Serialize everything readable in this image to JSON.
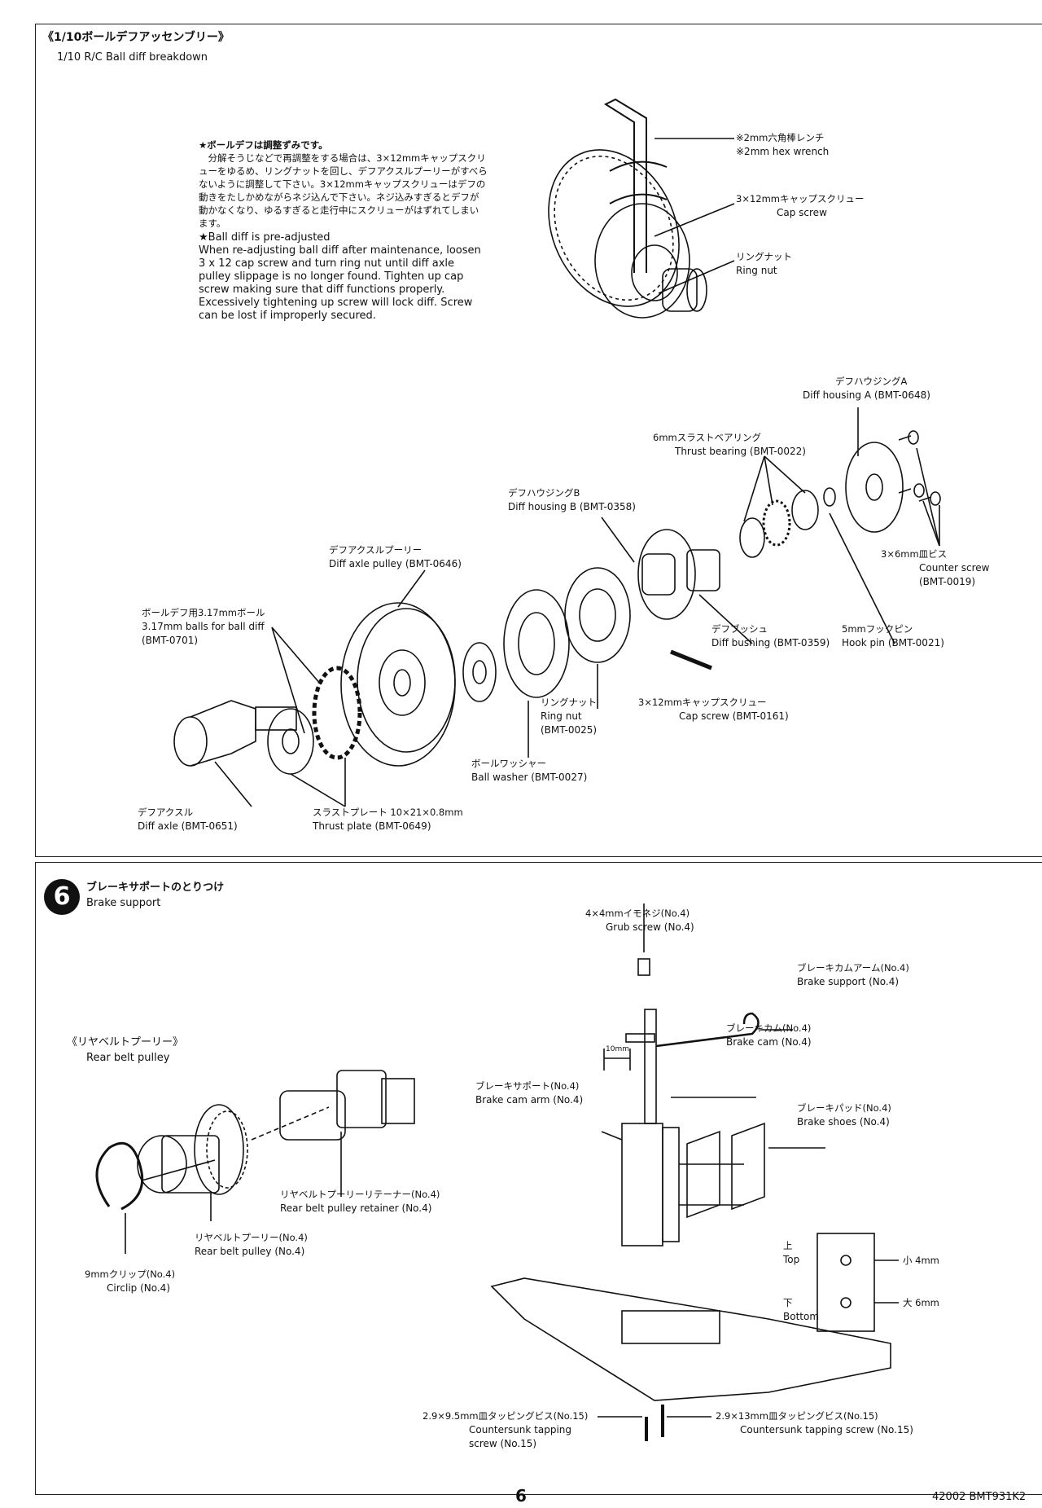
{
  "top": {
    "title_jp": "《1/10ボールデフアッセンブリー》",
    "title_en": "1/10 R/C Ball diff breakdown",
    "note_jp": [
      "★ボールデフは調整ずみです。",
      "分解そうじなどで再調整をする場合は、3×12mmキャップスクリューをゆるめ、リングナットを回し、デフアクスルプーリーがすべらないように調整して下さい。3×12mmキャップスクリューはデフの動きをたしかめながらネジ込んで下さい。ネジ込みすぎるとデフが動かなくなり、ゆるすぎると走行中にスクリューがはずれてしまいます。"
    ],
    "note_en_title": "★Ball diff is pre-adjusted",
    "note_en_body": "When re-adjusting ball diff after maintenance, loosen 3 x 12 cap screw and turn ring nut until diff axle pulley slippage is no longer found. Tighten up cap screw making sure that diff functions properly. Excessively tightening up screw will lock diff. Screw can be lost if improperly secured.",
    "hex_jp": "※2mm六角棒レンチ",
    "hex_en": "※2mm hex wrench",
    "capscrew_jp": "3×12mmキャップスクリュー",
    "capscrew_en": "Cap screw",
    "ringnut_jp": "リングナット",
    "ringnut_en": "Ring nut",
    "parts": {
      "housing_a": {
        "jp": "デフハウジングA",
        "en": "Diff housing A  (BMT-0648)"
      },
      "thrust_bearing": {
        "jp": "6mmスラストベアリング",
        "en": "Thrust bearing (BMT-0022)"
      },
      "housing_b": {
        "jp": "デフハウジングB",
        "en": "Diff housing B  (BMT-0358)"
      },
      "pulley": {
        "jp": "デフアクスルプーリー",
        "en": "Diff axle pulley  (BMT-0646)"
      },
      "counter_screw": {
        "jp": "3×6mm皿ビス",
        "en1": "Counter screw",
        "en2": "(BMT-0019)"
      },
      "balls": {
        "jp": "ボールデフ用3.17mmボール",
        "en1": "3.17mm balls for ball diff",
        "en2": "(BMT-0701)"
      },
      "bushing": {
        "jp": "デフブッシュ",
        "en": "Diff bushing  (BMT-0359)"
      },
      "hook_pin": {
        "jp": "5mmフックピン",
        "en": "Hook pin  (BMT-0021)"
      },
      "ring_nut": {
        "jp": "リングナット",
        "en1": "Ring nut",
        "en2": "(BMT-0025)"
      },
      "cap_screw": {
        "jp": "3×12mmキャップスクリュー",
        "en": "Cap screw  (BMT-0161)"
      },
      "washer": {
        "jp": "ボールワッシャー",
        "en": "Ball washer  (BMT-0027)"
      },
      "axle": {
        "jp": "デフアクスル",
        "en": "Diff axle  (BMT-0651)"
      },
      "thrust_plate": {
        "jp": "スラストプレート 10×21×0.8mm",
        "en": "Thrust plate  (BMT-0649)"
      }
    }
  },
  "step": {
    "number": "6",
    "title_jp": "ブレーキサポートのとりつけ",
    "title_en": "Brake support",
    "sub_jp": "《リヤベルトプーリー》",
    "sub_en": "Rear belt pulley",
    "parts": {
      "grub": {
        "jp": "4×4mmイモネジ(No.4)",
        "en": "Grub screw (No.4)"
      },
      "cam_arm": {
        "jp": "ブレーキカムアーム(No.4)",
        "en": "Brake support (No.4)"
      },
      "cam": {
        "jp": "ブレーキカム(No.4)",
        "en": "Brake cam (No.4)"
      },
      "support": {
        "jp": "ブレーキサポート(No.4)",
        "en": "Brake cam arm (No.4)"
      },
      "shoes": {
        "jp": "ブレーキパッド(No.4)",
        "en": "Brake shoes (No.4)"
      },
      "retainer": {
        "jp": "リヤベルトプーリーリテーナー(No.4)",
        "en": "Rear belt pulley retainer (No.4)"
      },
      "rear_pulley": {
        "jp": "リヤベルトプーリー(No.4)",
        "en": "Rear belt pulley (No.4)"
      },
      "circlip": {
        "jp": "9mmクリップ(No.4)",
        "en": "Circlip (No.4)"
      },
      "ts_short": {
        "jp": "2.9×9.5mm皿タッピングビス(No.15)",
        "en1": "Countersunk tapping",
        "en2": "screw (No.15)"
      },
      "ts_long": {
        "jp": "2.9×13mm皿タッピングビス(No.15)",
        "en": "Countersunk tapping screw (No.15)"
      }
    },
    "dim_10mm": "10mm",
    "top_jp": "上",
    "top_en": "Top",
    "bottom_jp": "下",
    "bottom_en": "Bottom",
    "small": "小 4mm",
    "large": "大 6mm"
  },
  "footer": {
    "page": "6",
    "code": "42002 BMT931K2"
  }
}
